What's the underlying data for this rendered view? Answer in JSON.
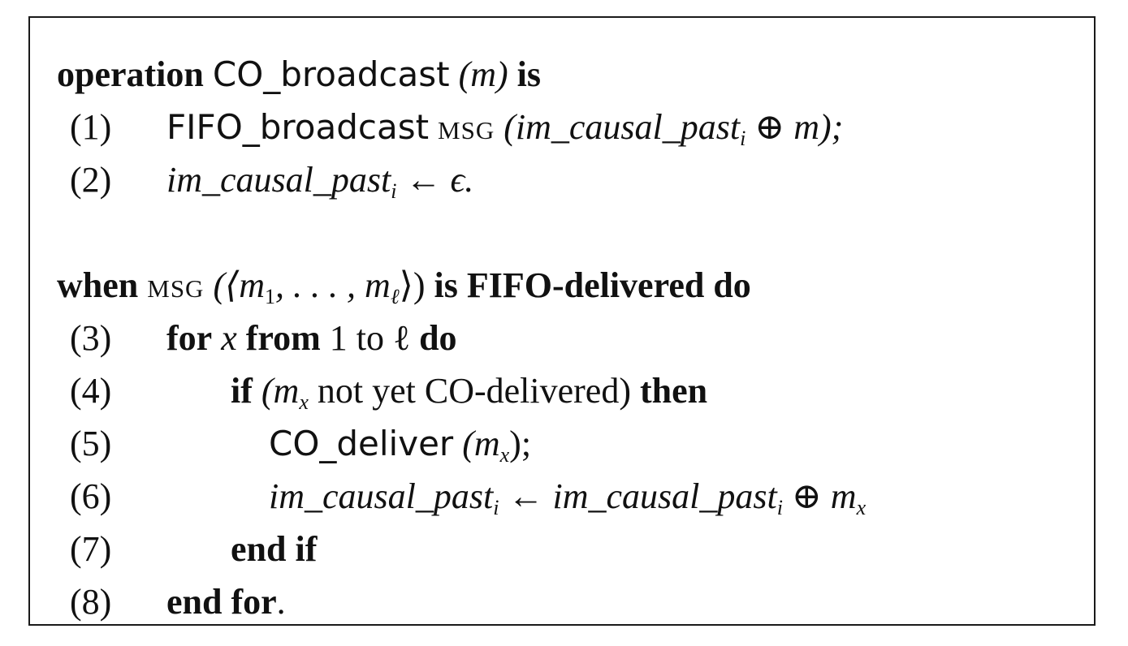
{
  "header1": {
    "kw_operation": "operation",
    "op_name": "CO_broadcast",
    "op_arg": "(m)",
    "kw_is": "is"
  },
  "lines_a": [
    {
      "num": "(1)",
      "fn": "FIFO_broadcast",
      "tag": "msg",
      "args": "(im_causal_past",
      "sub": "i",
      "rest": " ⊕ m);"
    },
    {
      "num": "(2)",
      "expr": "im_causal_past",
      "sub": "i",
      "rest": " ← ϵ."
    }
  ],
  "header2": {
    "kw_when": "when",
    "tag": "msg",
    "args": "(⟨m",
    "sub1": "1",
    "mid": ", . . . , m",
    "sub2": "ℓ",
    "end": "⟩)",
    "kw_tail": "is FIFO-delivered do"
  },
  "lines_b": [
    {
      "num": "(3)",
      "kw_for": "for",
      "var": "x",
      "kw_from": "from",
      "range": "1 to ℓ",
      "kw_do": "do"
    },
    {
      "num": "(4)",
      "kw_if": "if",
      "open": "(m",
      "sub": "x",
      "cond": " not yet CO-delivered)",
      "kw_then": "then"
    },
    {
      "num": "(5)",
      "fn": "CO_deliver",
      "args": "(m",
      "sub": "x",
      "close": ");"
    },
    {
      "num": "(6)",
      "lhs": "im_causal_past",
      "sub": "i",
      "arrow": " ← im_causal_past",
      "sub2": "i",
      "rest": " ⊕ m",
      "sub3": "x"
    },
    {
      "num": "(7)",
      "kw": "end if"
    },
    {
      "num": "(8)",
      "kw": "end for",
      "dot": "."
    }
  ]
}
